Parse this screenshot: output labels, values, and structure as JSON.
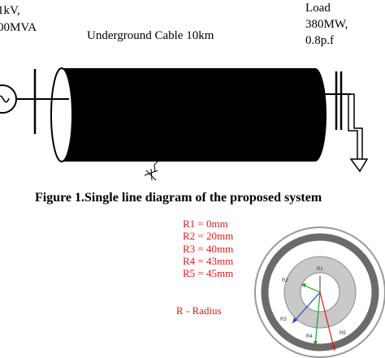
{
  "source": {
    "lines": [
      "1kV,",
      "00MVA"
    ]
  },
  "cable": {
    "label": "Underground Cable 10km"
  },
  "load": {
    "lines": [
      "Load",
      "380MW,",
      "0.8p.f"
    ]
  },
  "figure": {
    "caption": "Figure 1.Single line diagram of the proposed system"
  },
  "radii": {
    "items": [
      "R1 = 0mm",
      "R2 = 20mm",
      "R3 = 40mm",
      "R4 = 43mm",
      "R5 = 45mm"
    ],
    "legend": "R - Radius"
  },
  "cross_section": {
    "labels": [
      "R1",
      "R2",
      "R3",
      "R4",
      "R5"
    ]
  },
  "colors": {
    "annotation": "#e0191b",
    "outer_ring": "#6b6b6b",
    "conductor": "#c9c9c9",
    "arrow_green": "#1f9b3a",
    "arrow_blue": "#2846c8",
    "arrow_red": "#e0191b"
  },
  "icons": [
    "ac-source-icon",
    "ground-icon",
    "load-arrow-icon"
  ]
}
